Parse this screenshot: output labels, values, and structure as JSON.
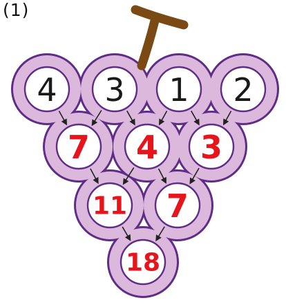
{
  "label": "(1)",
  "colors": {
    "bunch_fill": "#dcb8dd",
    "bunch_stroke": "#5f2c86",
    "stem": "#7b4a14",
    "circle_fill": "#ffffff",
    "given_number": "#1a1a1a",
    "answer_number": "#e8141c",
    "arrow": "#222222"
  },
  "rows": [
    {
      "numbers": [
        "4",
        "3",
        "1",
        "2"
      ],
      "kind": "given"
    },
    {
      "numbers": [
        "7",
        "4",
        "3"
      ],
      "kind": "answer"
    },
    {
      "numbers": [
        "11",
        "7"
      ],
      "kind": "answer"
    },
    {
      "numbers": [
        "18"
      ],
      "kind": "answer"
    }
  ]
}
